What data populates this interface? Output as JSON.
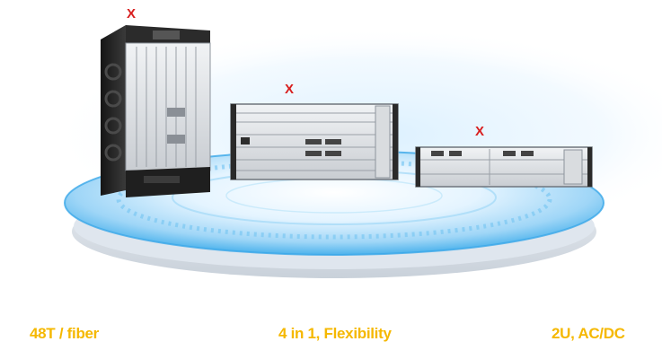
{
  "markers": {
    "large": "X",
    "medium": "X",
    "small": "X"
  },
  "captions": {
    "left": "48T / fiber",
    "center": "4 in 1, Flexibility",
    "right": "2U, AC/DC"
  },
  "colors": {
    "marker": "#d81e1e",
    "caption": "#f5b800",
    "platform_glow": "#48b8f0"
  }
}
